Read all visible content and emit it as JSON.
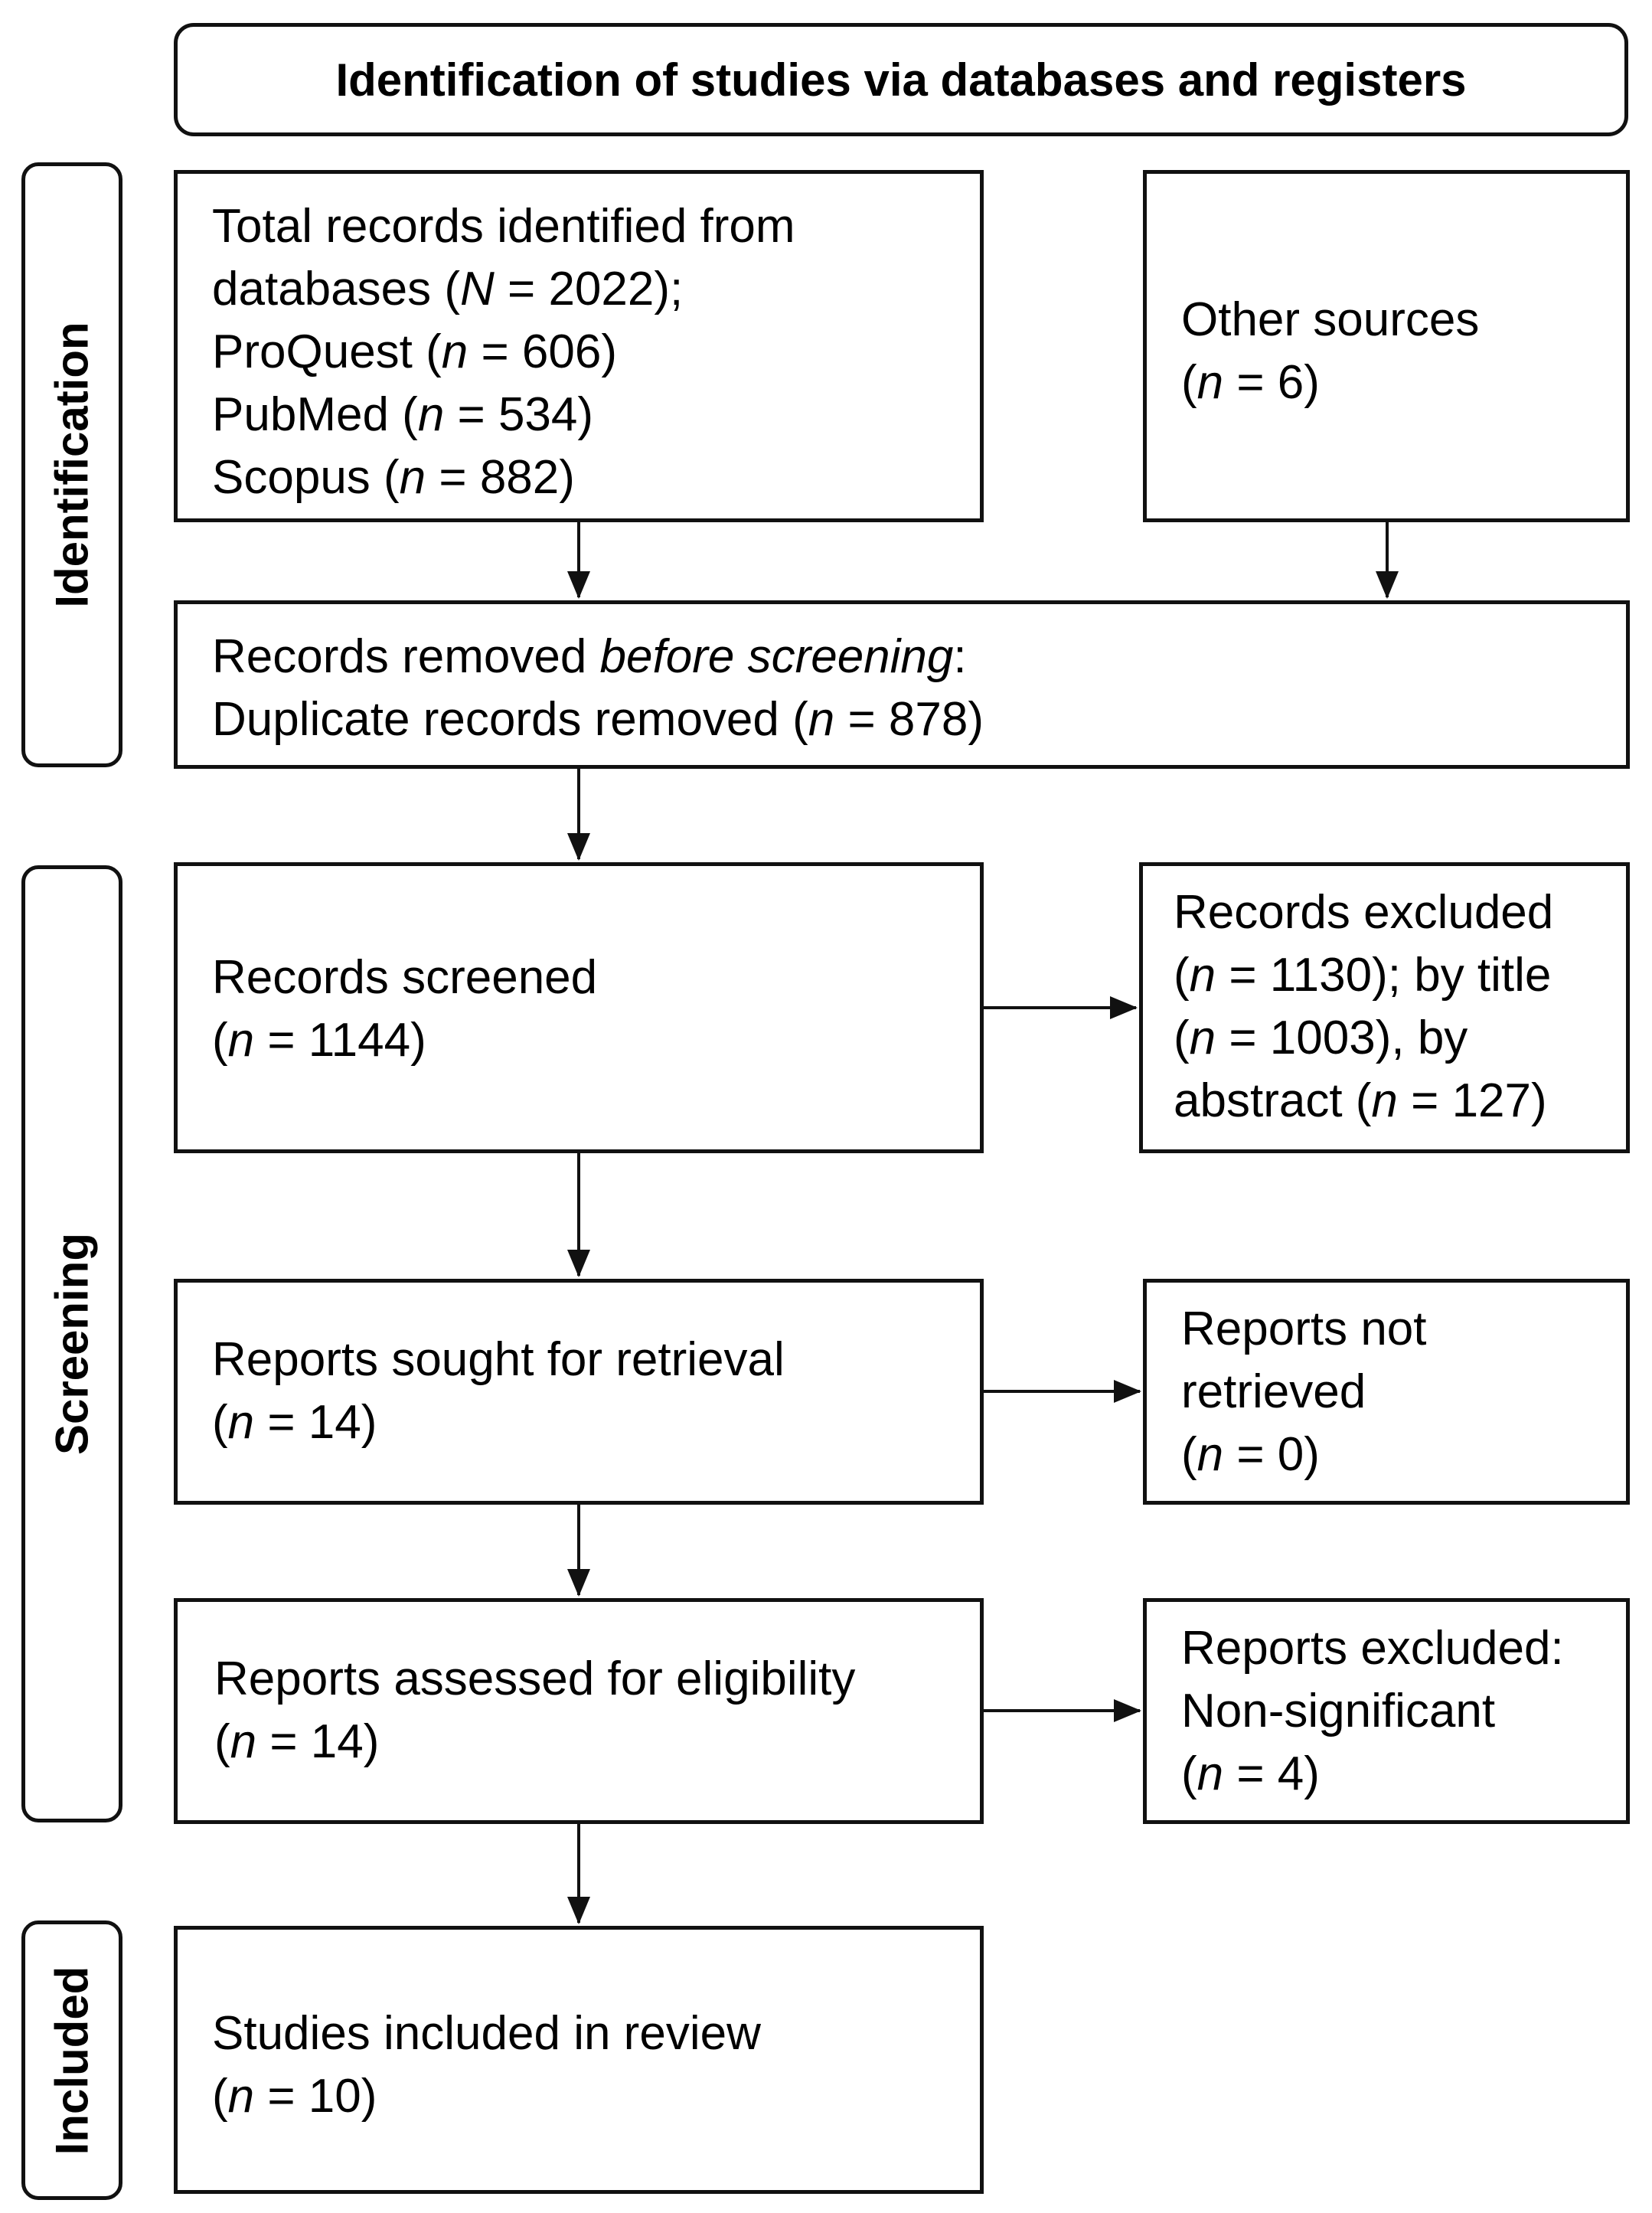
{
  "header": "Identification of studies via databases and registers",
  "phases": {
    "identification": "Identification",
    "screening": "Screening",
    "included": "Included"
  },
  "boxes": {
    "databases": {
      "line1": "Total records identified from",
      "line2_pre": "databases (",
      "line2_var": "N",
      "line2_post": " = 2022);",
      "proquest_pre": "ProQuest (",
      "proquest_var": "n",
      "proquest_post": " = 606)",
      "pubmed_pre": "PubMed (",
      "pubmed_var": "n",
      "pubmed_post": " = 534)",
      "scopus_pre": "Scopus (",
      "scopus_var": "n",
      "scopus_post": " = 882)"
    },
    "other_sources": {
      "line1": "Other sources",
      "line2_pre": "(",
      "line2_var": "n",
      "line2_post": " = 6)"
    },
    "removed": {
      "line1_pre": "Records removed ",
      "line1_ital": "before screening",
      "line1_post": ":",
      "line2_pre": "Duplicate records removed  (",
      "line2_var": "n",
      "line2_post": " = 878)"
    },
    "screened": {
      "line1": "Records screened",
      "line2_pre": "(",
      "line2_var": "n",
      "line2_post": " = 1144)"
    },
    "excluded": {
      "line1": "Records excluded",
      "line2_pre": "(",
      "line2_var": "n",
      "line2_post": " = 1130); by title",
      "line3_pre": "(",
      "line3_var": "n",
      "line3_post": " = 1003), by",
      "line4_pre": "abstract (",
      "line4_var": "n",
      "line4_post": " = 127)"
    },
    "sought": {
      "line1": "Reports sought for retrieval",
      "line2_pre": "(",
      "line2_var": "n",
      "line2_post": " = 14)"
    },
    "not_retrieved": {
      "line1": "Reports not",
      "line2": "retrieved",
      "line3_pre": "(",
      "line3_var": "n",
      "line3_post": " = 0)"
    },
    "assessed": {
      "line1": "Reports assessed for eligibility",
      "line2_pre": "(",
      "line2_var": "n",
      "line2_post": " = 14)"
    },
    "reports_excluded": {
      "line1": "Reports excluded:",
      "line2": "Non-significant",
      "line3_pre": "(",
      "line3_var": "n",
      "line3_post": " = 4)"
    },
    "included": {
      "line1": "Studies included in review",
      "line2_pre": "(",
      "line2_var": "n",
      "line2_post": " = 10)"
    }
  }
}
